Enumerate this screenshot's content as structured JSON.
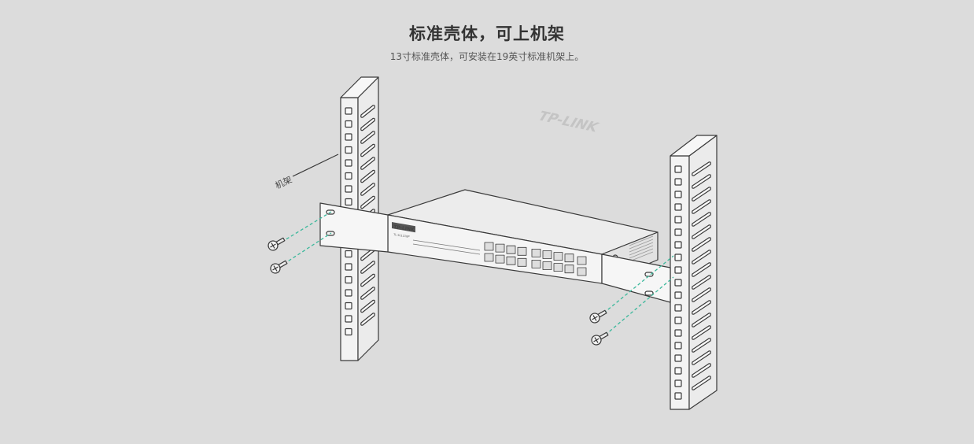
{
  "heading": {
    "title": "标准壳体，可上机架",
    "subtitle": "13寸标准壳体，可安装在19英寸标准机架上。"
  },
  "illustration": {
    "rack_label": "机架",
    "switch_brand": "TP-LINK",
    "switch_model": "TL-SL1218P"
  },
  "colors": {
    "background": "#dcdcdc",
    "line": "#3a3a3a",
    "screw_guide": "#3bb89b"
  }
}
